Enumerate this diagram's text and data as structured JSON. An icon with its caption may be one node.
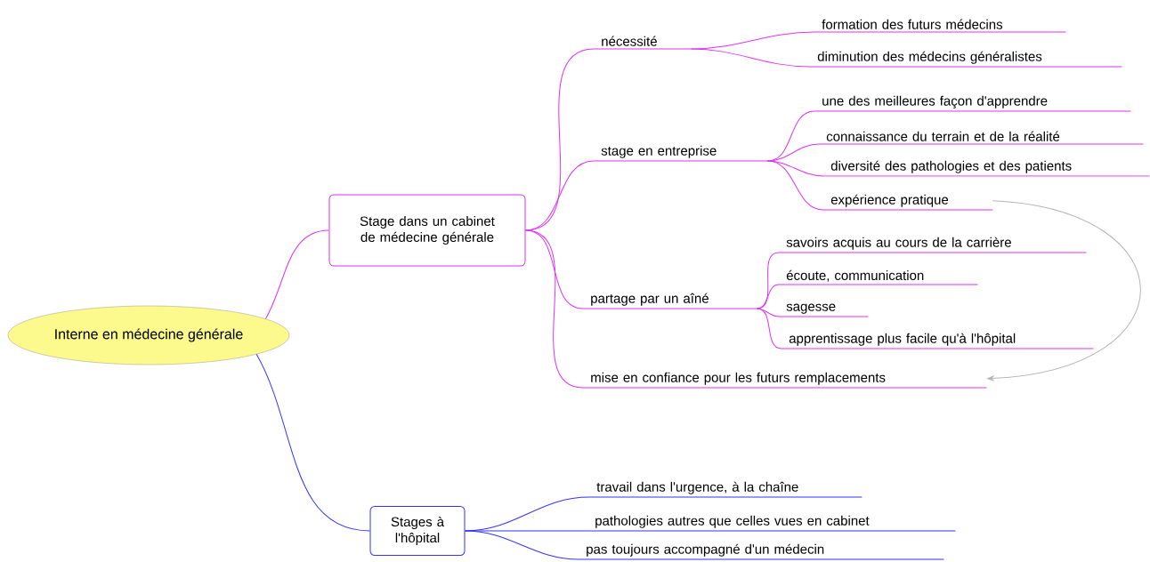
{
  "diagram": {
    "nodes": [
      {
        "text": [
          "Interne en médecine générale"
        ]
      },
      {
        "text": [
          "Stage dans un cabinet de médecine générale"
        ]
      },
      {
        "text": [
          "nécessité"
        ]
      },
      {
        "text": [
          "formation des futurs médecins"
        ]
      },
      {
        "text": [
          "diminution des médecins généralistes"
        ]
      },
      {
        "text": [
          "stage en entreprise"
        ]
      },
      {
        "text": [
          "une des meilleures façon d'apprendre"
        ]
      },
      {
        "text": [
          "connaissance du  terrain et de la réalité"
        ]
      },
      {
        "text": [
          "diversité des pathologies et des patients"
        ]
      },
      {
        "text": [
          "expérience pratique"
        ]
      },
      {
        "text": [
          "partage par un aîné"
        ]
      },
      {
        "text": [
          "savoirs acquis au cours de la carrière"
        ]
      },
      {
        "text": [
          "écoute, communication"
        ]
      },
      {
        "text": [
          "sagesse"
        ]
      },
      {
        "text": [
          "apprentissage plus facile qu'à l'hôpital"
        ]
      },
      {
        "text": [
          "mise en confiance pour les futurs remplacements"
        ]
      },
      {
        "text": [
          "Stages à l'hôpital"
        ]
      },
      {
        "text": [
          "travail dans l'urgence, à la chaîne"
        ]
      },
      {
        "text": [
          "pathologies autres que celles vues en cabinet"
        ]
      },
      {
        "text": [
          "pas toujours accompagné d'un médecin"
        ]
      }
    ],
    "edges": [
      {
        "from": 0,
        "to": 1,
        "arrow": "none"
      },
      {
        "from": 1,
        "to": 2,
        "arrow": "none"
      },
      {
        "from": 2,
        "to": 3,
        "arrow": "none"
      },
      {
        "from": 2,
        "to": 4,
        "arrow": "none"
      },
      {
        "from": 1,
        "to": 5,
        "arrow": "none"
      },
      {
        "from": 5,
        "to": 6,
        "arrow": "none"
      },
      {
        "from": 5,
        "to": 7,
        "arrow": "none"
      },
      {
        "from": 5,
        "to": 8,
        "arrow": "none"
      },
      {
        "from": 5,
        "to": 9,
        "arrow": "none"
      },
      {
        "from": 1,
        "to": 10,
        "arrow": "none"
      },
      {
        "from": 10,
        "to": 11,
        "arrow": "none"
      },
      {
        "from": 10,
        "to": 12,
        "arrow": "none"
      },
      {
        "from": 10,
        "to": 13,
        "arrow": "none"
      },
      {
        "from": 10,
        "to": 14,
        "arrow": "none"
      },
      {
        "from": 1,
        "to": 15,
        "arrow": "none"
      },
      {
        "from": 0,
        "to": 16,
        "arrow": "none",
        "color": "#3333ff"
      },
      {
        "from": 16,
        "to": 17,
        "arrow": "none",
        "color": "#3333ff"
      },
      {
        "from": 16,
        "to": 18,
        "arrow": "none",
        "color": "#3333ff"
      },
      {
        "from": 16,
        "to": 19,
        "arrow": "none",
        "color": "#3333ff"
      },
      {
        "from": 9,
        "to": 15,
        "arrow": "to",
        "color": "#b4b4b4"
      }
    ]
  }
}
